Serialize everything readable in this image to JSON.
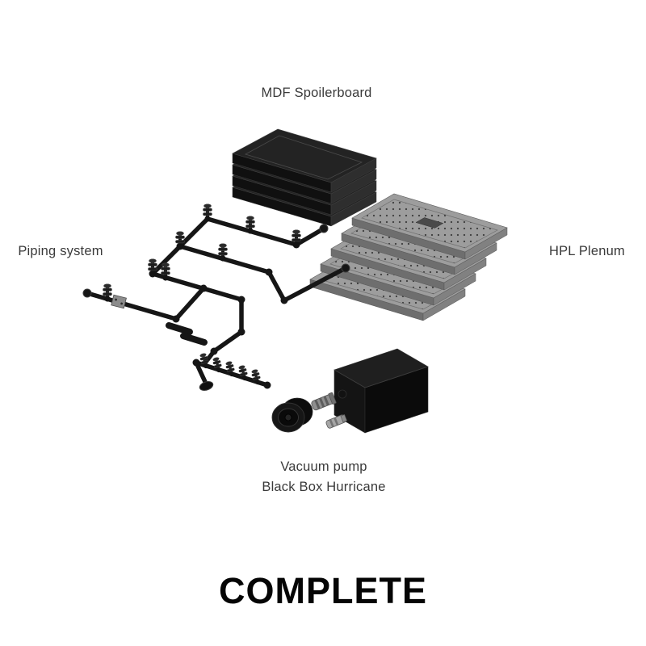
{
  "diagram": {
    "title": "COMPLETE",
    "labels": {
      "mdf": "MDF Spoilerboard",
      "hpl": "HPL Plenum",
      "piping": "Piping system",
      "pump_line1": "Vacuum pump",
      "pump_line2": "Black Box Hurricane"
    },
    "components": [
      {
        "name": "mdf-spoilerboard",
        "label": "MDF Spoilerboard"
      },
      {
        "name": "hpl-plenum",
        "label": "HPL Plenum"
      },
      {
        "name": "piping-system",
        "label": "Piping system"
      },
      {
        "name": "vacuum-pump",
        "label": "Vacuum pump Black Box Hurricane"
      }
    ],
    "illustration_parts": [
      "mdf-board-stack",
      "hpl-perforated-board-stack",
      "pipe-network-with-valves",
      "manifold",
      "wall-bracket",
      "vacuum-pump-box",
      "inlet-filter",
      "hose-fittings"
    ],
    "colors": {
      "background": "#ffffff",
      "mdf_board": "#232323",
      "hpl_board": "#9d9d9d",
      "pipe": "#161616",
      "pump_box": "#141414",
      "label_text": "#3a3a3a",
      "title_text": "#050505"
    }
  }
}
